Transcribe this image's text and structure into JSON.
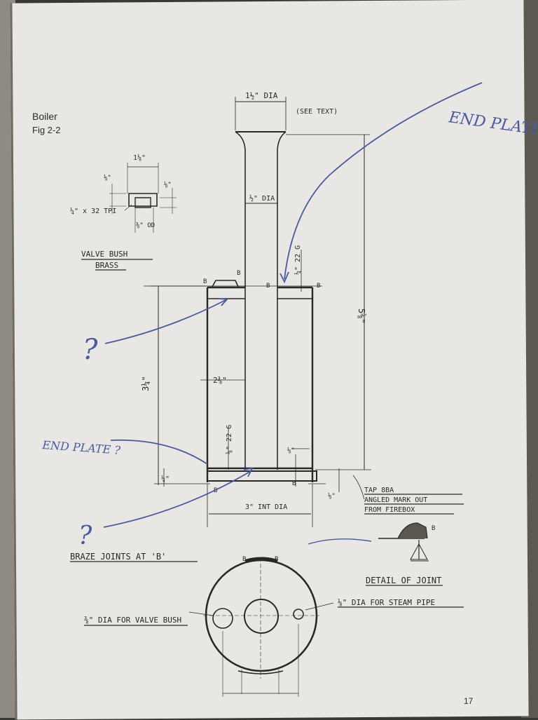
{
  "figure": {
    "caption_line1": "Boiler",
    "caption_line2": "Fig 2-2",
    "page_number": "17"
  },
  "chimney": {
    "top_dia": "1½\" DIA",
    "see_text": "(SEE TEXT)",
    "tube_dia": "½\" DIA",
    "height": "5⅝\""
  },
  "valve_bush": {
    "width": "1⅛\"",
    "dim_a": "⅛\"",
    "dim_b": "⅛\"",
    "thread": "¼\" x 32 TPI",
    "bore": "⅜\" OD",
    "title_line1": "VALVE BUSH",
    "title_line2": "BRASS"
  },
  "shell": {
    "height": "3¼\"",
    "inner_dia": "2⅜\"",
    "top_gap": "¼\" 22 G",
    "lower_gap": "⅛\" 22 G",
    "base_gap": "¼\"",
    "bottom_dim": "3\" INT DIA",
    "bottom_frac": "⅛\"",
    "tap_note_line1": "TAP 8BA",
    "tap_note_line2": "ANGLED MARK OUT",
    "tap_note_line3": "FROM FIREBOX",
    "small_dim": "⅛\"",
    "braze_label": "BRAZE JOINTS AT 'B'",
    "joint_letter": "B"
  },
  "plan": {
    "valve_bush_hole": "⅜\" DIA FOR VALVE BUSH",
    "steam_pipe_hole": "⅛\" DIA FOR STEAM PIPE",
    "detail_label": "DETAIL OF JOINT"
  },
  "annotations": {
    "end_plate_top": "END PLATE ?",
    "end_plate_left": "END PLATE ?",
    "question_1": "?",
    "question_2": "?"
  },
  "colors": {
    "paper": "#e8e7e3",
    "ink": "#2a2824",
    "pen_blue": "#4a5aa0"
  }
}
